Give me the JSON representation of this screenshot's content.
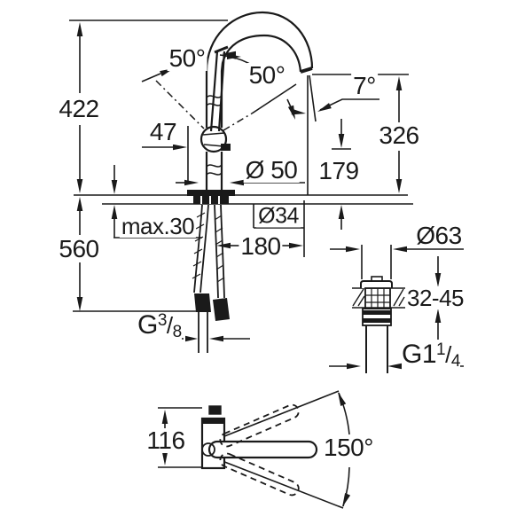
{
  "drawing": {
    "colors": {
      "ink": "#1a1a1a",
      "background": "#ffffff"
    },
    "labels": {
      "height_total": "422",
      "height_below_deck": "560",
      "spout_top_height": "326",
      "outlet_height": "179",
      "projection": "180",
      "handle_angle_left": "50°",
      "handle_angle_right": "50°",
      "spray_angle": "7°",
      "handle_clearance": "47",
      "base_diameter": "Ø 50",
      "hole_diameter": "Ø34",
      "deck_thickness_max": "max.30",
      "waste_flange_diameter": "Ø63",
      "counter_thickness_range": "32-45",
      "body_height_top_view": "116",
      "swivel_angle": "150°"
    },
    "threads": {
      "supply": {
        "prefix": "G",
        "numerator": "3",
        "slash": "/",
        "denominator": "8"
      },
      "waste": {
        "prefix": "G1",
        "numerator": "1",
        "slash": "/",
        "denominator": "4"
      }
    }
  }
}
